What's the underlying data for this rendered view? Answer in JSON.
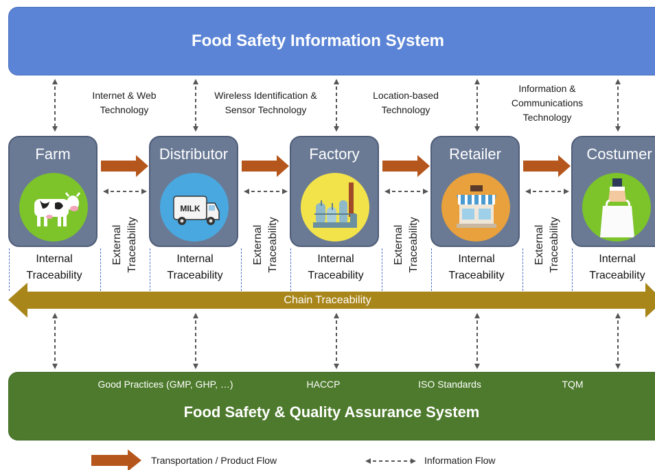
{
  "top_system": {
    "title": "Food Safety Information System"
  },
  "bottom_system": {
    "title": "Food Safety & Quality Assurance System",
    "practices": [
      "Good Practices (GMP, GHP, …)",
      "HACCP",
      "ISO Standards",
      "TQM"
    ]
  },
  "technologies": [
    {
      "line1": "Internet & Web",
      "line2": "Technology",
      "line3": ""
    },
    {
      "line1": "Wireless Identification &",
      "line2": "Sensor Technology",
      "line3": ""
    },
    {
      "line1": "Location-based",
      "line2": "Technology",
      "line3": ""
    },
    {
      "line1": "Information &",
      "line2": "Communications",
      "line3": "Technology"
    }
  ],
  "stages": [
    {
      "label": "Farm",
      "icon": "cow-icon",
      "color": "#7cc42a"
    },
    {
      "label": "Distributor",
      "icon": "milk-truck-icon",
      "color": "#4aa8e0"
    },
    {
      "label": "Factory",
      "icon": "factory-icon",
      "color": "#f3e34a"
    },
    {
      "label": "Retailer",
      "icon": "store-icon",
      "color": "#e8a13c"
    },
    {
      "label": "Costumer",
      "icon": "shopping-bag-icon",
      "color": "#7cc42a"
    }
  ],
  "internal_traceability": {
    "line1": "Internal",
    "line2": "Traceability"
  },
  "external_traceability": {
    "line1": "External",
    "line2": "Traceability"
  },
  "chain_traceability": "Chain Traceability",
  "legend": {
    "transport": "Transportation / Product Flow",
    "information": "Information Flow"
  },
  "colors": {
    "info_system": "#5b84d6",
    "qa_system": "#4d7a2c",
    "stage_box": "#6a7a95",
    "product_arrow": "#b5561c",
    "chain_arrow": "#a8861a"
  }
}
